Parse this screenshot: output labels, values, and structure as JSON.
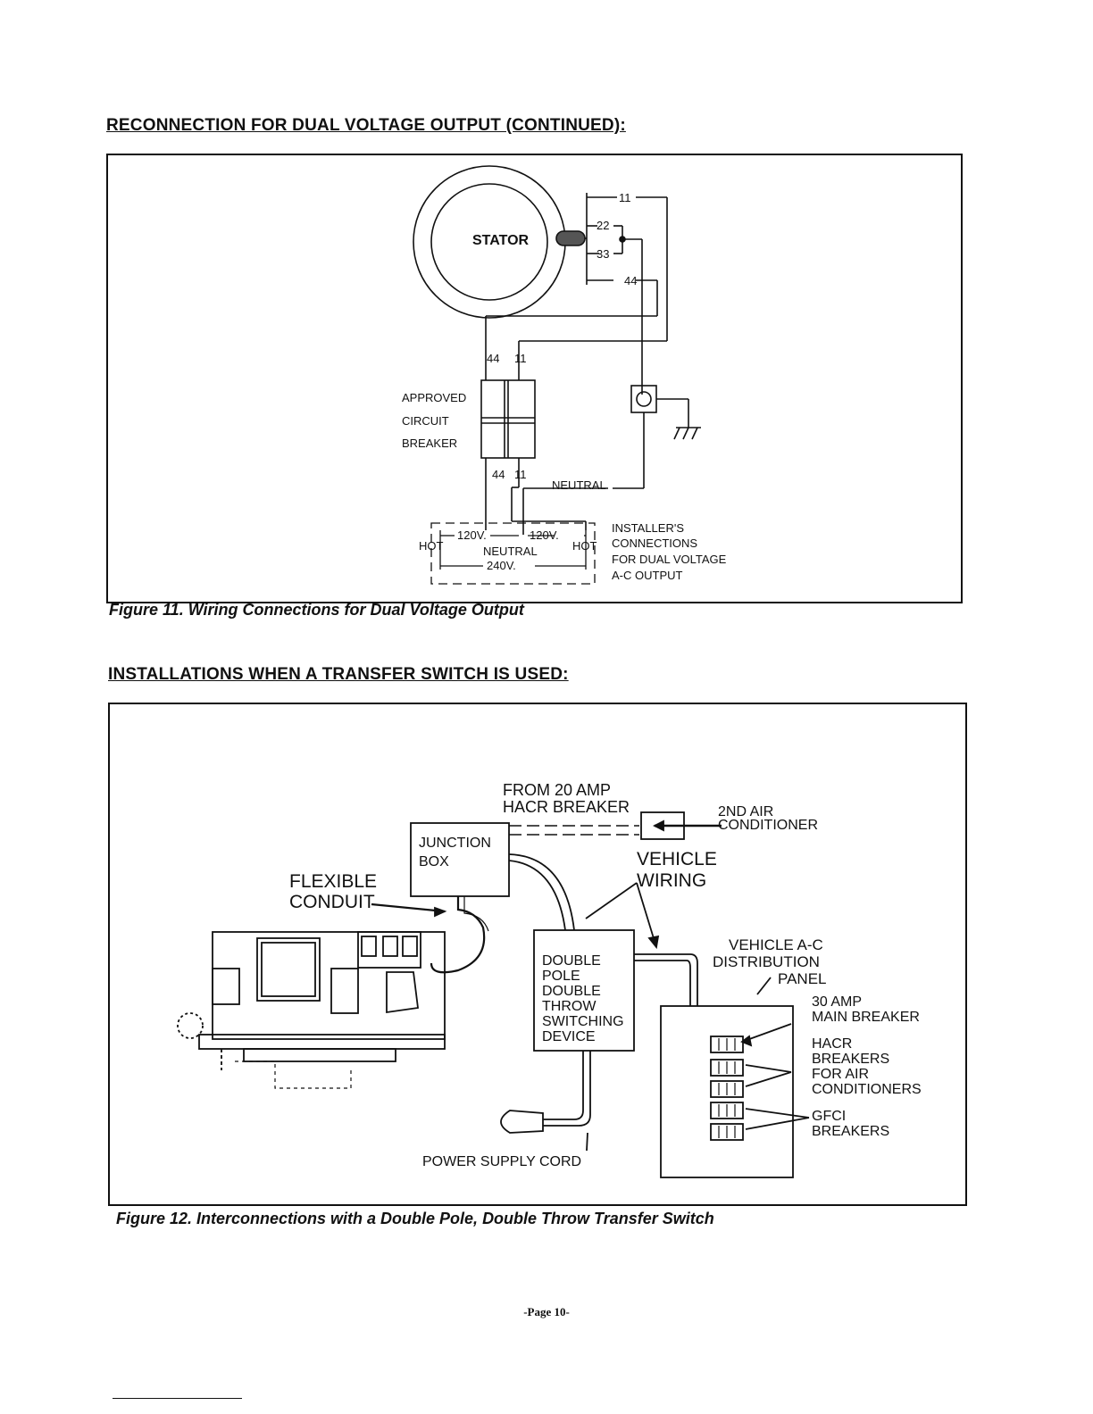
{
  "section1": {
    "heading": "RECONNECTION FOR DUAL VOLTAGE OUTPUT (CONTINUED):",
    "caption": "Figure 11. Wiring Connections for Dual Voltage Output",
    "labels": {
      "stator": "STATOR",
      "lead_11": "11",
      "lead_22": "22",
      "lead_33": "33",
      "lead_44": "44",
      "top_44": "44",
      "top_11": "11",
      "bottom_44": "44",
      "bottom_11": "11",
      "breaker_line1": "APPROVED",
      "breaker_line2": "CIRCUIT",
      "breaker_line3": "BREAKER",
      "neutral_top": "NEUTRAL",
      "v120_left": "120V.",
      "v120_right": "120V.",
      "hot_left": "HOT",
      "hot_right": "HOT",
      "neutral_bottom": "NEUTRAL",
      "v240": "240V.",
      "installer_line1": "INSTALLER'S",
      "installer_line2": "CONNECTIONS",
      "installer_line3": "FOR DUAL VOLTAGE",
      "installer_line4": "A-C OUTPUT"
    }
  },
  "section2": {
    "heading": "INSTALLATIONS WHEN A TRANSFER SWITCH IS USED:",
    "caption": "Figure 12. Interconnections with a Double Pole, Double Throw Transfer Switch",
    "labels": {
      "from_line1": "FROM 20 AMP",
      "from_line2": "HACR BREAKER",
      "air2_line1": "2ND AIR",
      "air2_line2": "CONDITIONER",
      "junction_line1": "JUNCTION",
      "junction_line2": "BOX",
      "vehicle_wiring_line1": "VEHICLE",
      "vehicle_wiring_line2": "WIRING",
      "flexible_line1": "FLEXIBLE",
      "flexible_line2": "CONDUIT",
      "dpdt_line1": "DOUBLE",
      "dpdt_line2": "POLE",
      "dpdt_line3": "DOUBLE",
      "dpdt_line4": "THROW",
      "dpdt_line5": "SWITCHING",
      "dpdt_line6": "DEVICE",
      "panel_line1": "VEHICLE A-C",
      "panel_line2": "DISTRIBUTION",
      "panel_line3": "PANEL",
      "main_line1": "30 AMP",
      "main_line2": "MAIN BREAKER",
      "hacr_line1": "HACR",
      "hacr_line2": "BREAKERS",
      "hacr_line3": "FOR AIR",
      "hacr_line4": "CONDITIONERS",
      "gfci_line1": "GFCI",
      "gfci_line2": "BREAKERS",
      "power_cord": "POWER SUPPLY CORD"
    }
  },
  "footer": {
    "page": "-Page 10-"
  }
}
